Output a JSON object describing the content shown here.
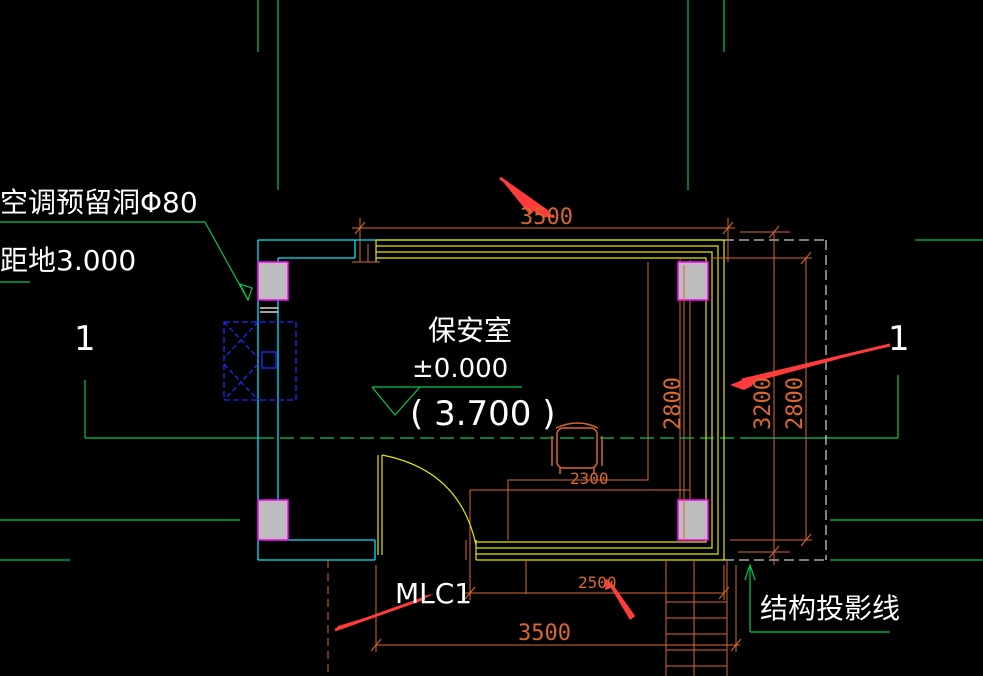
{
  "labels": {
    "ac_hole": "空调预留洞Φ80",
    "height_note": "距地3.000",
    "room_name": "保安室",
    "floor_level": "±0.000",
    "roof_level": "( 3.700 )",
    "door_tag": "MLC1",
    "projection_note": "结构投影线",
    "section_mark_left": "1",
    "section_mark_right": "1"
  },
  "dimensions": {
    "top_width": "3500",
    "bottom_width": "3500",
    "inner_bottom": "2500",
    "desk_width": "2300",
    "inner_height": "2800",
    "outer_height": "3200",
    "side_height": "2800"
  },
  "colors": {
    "background": "#000000",
    "axis": "#00c853",
    "wall": "#00e5ff",
    "dimension": "#d9672f",
    "finish": "#e6e600",
    "column_fill": "#bdbdbd",
    "column_edge": "#ff00ff",
    "annotation_arrow": "#ff3b3b",
    "ac_unit": "#1e2bff"
  },
  "icons": [
    "chair-icon",
    "door-swing-icon",
    "level-triangle-icon",
    "annotation-arrow-icon"
  ]
}
